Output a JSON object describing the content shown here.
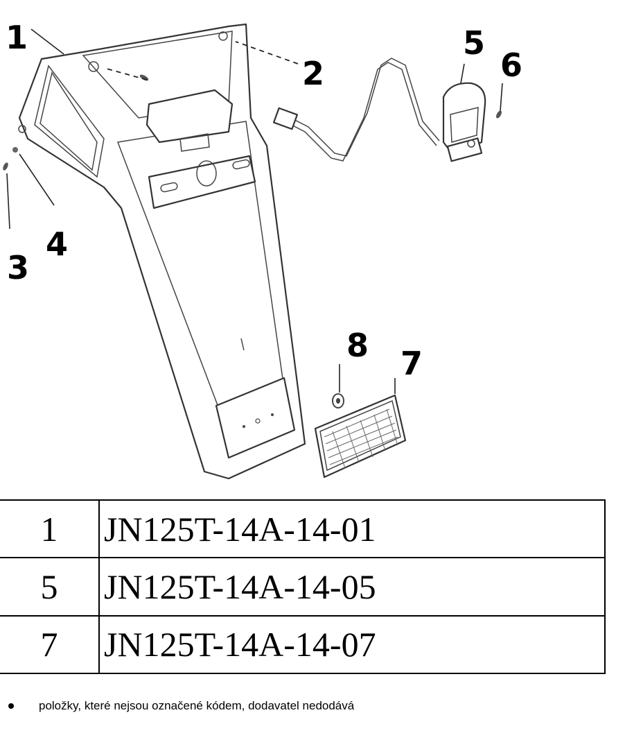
{
  "callouts": [
    "1",
    "2",
    "3",
    "4",
    "5",
    "6",
    "7",
    "8"
  ],
  "parts_table": {
    "rows": [
      {
        "position": "1",
        "code": "JN125T-14A-14-01"
      },
      {
        "position": "5",
        "code": "JN125T-14A-14-05"
      },
      {
        "position": "7",
        "code": "JN125T-14A-14-07"
      }
    ]
  },
  "note": {
    "text": "položky, které nejsou označené kódem, dodavatel nedodává"
  }
}
